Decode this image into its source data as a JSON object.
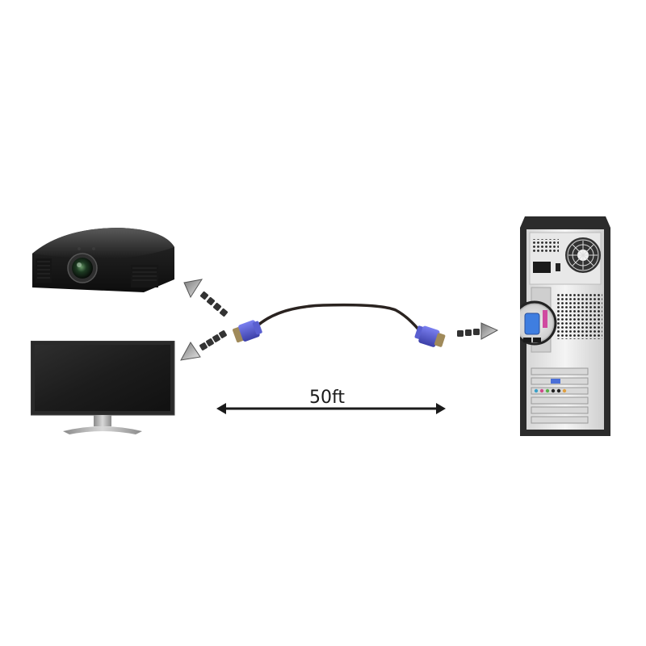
{
  "diagram": {
    "title": "VGA cable connection diagram",
    "cable_length_label": "50ft",
    "devices": {
      "projector": {
        "name": "projector"
      },
      "monitor": {
        "name": "monitor"
      },
      "computer": {
        "name": "computer-tower"
      }
    },
    "cable": {
      "type": "VGA",
      "connector_color": "#5a5fd0",
      "cable_color": "#2a2320"
    },
    "arrows": [
      {
        "from": "cable-left-connector",
        "to": "projector"
      },
      {
        "from": "cable-left-connector",
        "to": "monitor"
      },
      {
        "from": "cable-right-connector",
        "to": "computer-vga-port"
      }
    ]
  }
}
